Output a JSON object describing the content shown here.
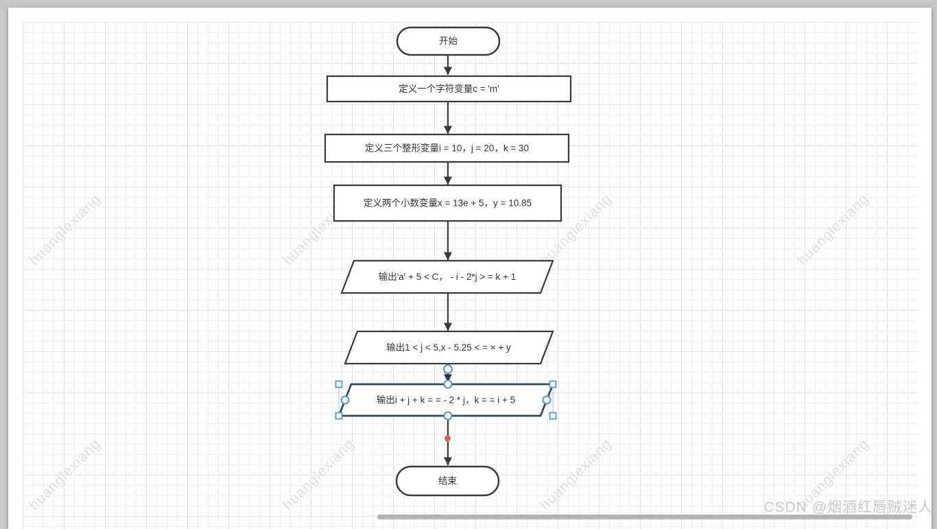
{
  "canvas": {
    "watermark_text": "huanglexiang",
    "attribution_text": "CSDN @烟酒红唇贼迷人"
  },
  "colors": {
    "shape_stroke": "#3a3a3a",
    "shape_fill": "#ffffff",
    "selected_stroke": "#33475c",
    "handle_blue": "#4b96d6",
    "bbox_blue": "#bcd8f0",
    "red_dot": "#e05c5c",
    "grid_minor": "#eeeeee",
    "grid_major": "#e3e3e3",
    "workspace_gray": "#c9c9c9"
  },
  "flowchart": {
    "nodes": [
      {
        "id": "start",
        "type": "terminator",
        "label": "开始"
      },
      {
        "id": "define-char",
        "type": "process",
        "label": "定义一个字符变量c = 'm'"
      },
      {
        "id": "define-int",
        "type": "process",
        "label": "定义三个整形变量i = 10，j = 20，k = 30"
      },
      {
        "id": "define-float",
        "type": "process",
        "label": "定义两个小数变量x = 13e + 5，y = 10.85"
      },
      {
        "id": "output-1",
        "type": "io",
        "label": "输出'a' + 5 < C， - i - 2*j > = k + 1"
      },
      {
        "id": "output-2",
        "type": "io",
        "label": "输出1 < j < 5,x - 5.25 < = × + y"
      },
      {
        "id": "output-3",
        "type": "io",
        "label": "输出i + j + k = = - 2 * j，k = = i + 5",
        "selected": true
      },
      {
        "id": "end",
        "type": "terminator",
        "label": "结束"
      }
    ]
  }
}
